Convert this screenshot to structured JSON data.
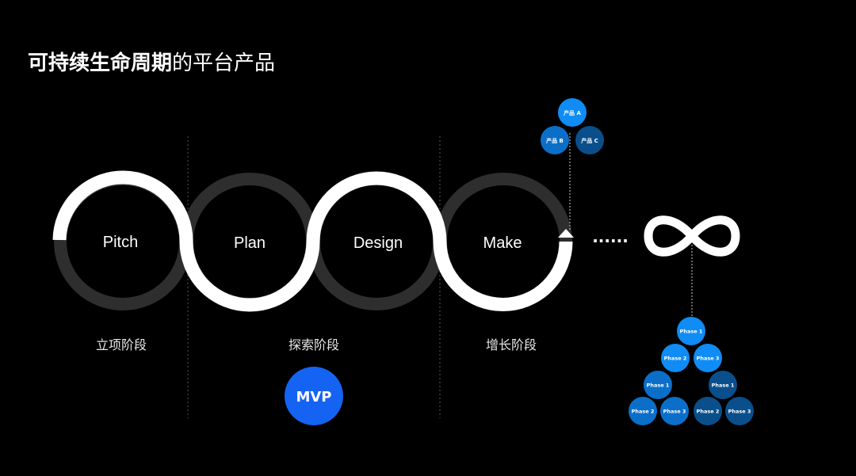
{
  "title": {
    "strong": "可持续生命周期",
    "light": "的平台产品"
  },
  "phases": [
    {
      "label": "Pitch"
    },
    {
      "label": "Plan"
    },
    {
      "label": "Design"
    },
    {
      "label": "Make"
    }
  ],
  "stages": [
    {
      "label": "立项阶段"
    },
    {
      "label": "探索阶段"
    },
    {
      "label": "增长阶段"
    }
  ],
  "ellipsis": "......",
  "mvp": {
    "label": "MVP"
  },
  "products": [
    {
      "label": "产品 A"
    },
    {
      "label": "产品 B"
    },
    {
      "label": "产品 C"
    }
  ],
  "phase_tree": [
    {
      "label": "Phase 1"
    },
    {
      "label": "Phase 2"
    },
    {
      "label": "Phase 3"
    },
    {
      "label": "Phase 1"
    },
    {
      "label": "Phase 1"
    },
    {
      "label": "Phase 2"
    },
    {
      "label": "Phase 3"
    },
    {
      "label": "Phase 2"
    },
    {
      "label": "Phase 3"
    }
  ],
  "colors": {
    "background": "#000000",
    "path_white": "#ffffff",
    "ring_gray": "#2e2e2e",
    "blue_bright": "#0f8cf5",
    "blue_mid": "#0b6fc9",
    "blue_dark": "#0a4f8c",
    "mvp_blue": "#1563f2"
  }
}
